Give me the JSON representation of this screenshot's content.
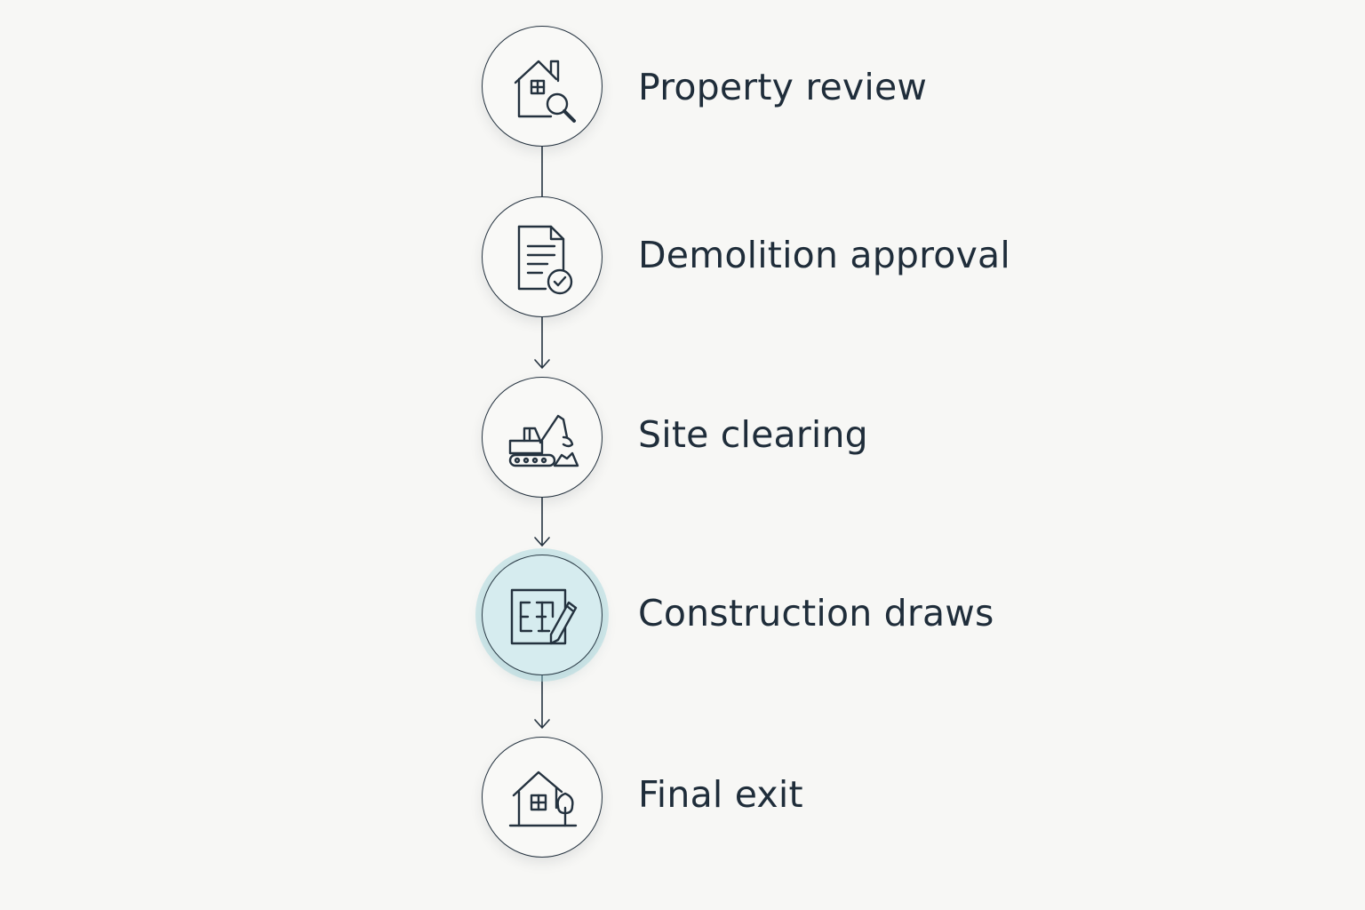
{
  "colors": {
    "background": "#f7f7f5",
    "line": "#24323f",
    "text": "#1f2d3a",
    "active_fill": "#d6ecef",
    "active_glow": "#a0d4dc"
  },
  "steps": [
    {
      "label": "Property review",
      "icon": "house-search-icon",
      "active": false
    },
    {
      "label": "Demolition approval",
      "icon": "document-check-icon",
      "active": false
    },
    {
      "label": "Site clearing",
      "icon": "excavator-icon",
      "active": false
    },
    {
      "label": "Construction draws",
      "icon": "blueprint-pencil-icon",
      "active": true
    },
    {
      "label": "Final exit",
      "icon": "house-tree-icon",
      "active": false
    }
  ],
  "connectors": [
    {
      "from": 0,
      "to": 1,
      "arrow": false
    },
    {
      "from": 1,
      "to": 2,
      "arrow": true
    },
    {
      "from": 2,
      "to": 3,
      "arrow": true
    },
    {
      "from": 3,
      "to": 4,
      "arrow": true
    }
  ]
}
